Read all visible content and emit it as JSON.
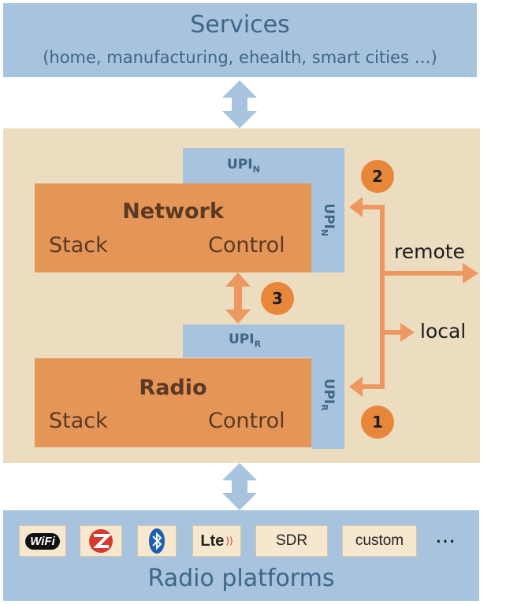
{
  "services": {
    "title": "Services",
    "subtitle": "(home, manufacturing, ehealth, smart cities …)"
  },
  "network": {
    "title": "Network",
    "left": "Stack",
    "right": "Control",
    "upi_top_main": "UPI",
    "upi_top_sub": "N",
    "upi_side_main": "UPI",
    "upi_side_sub": "N"
  },
  "radio": {
    "title": "Radio",
    "left": "Stack",
    "right": "Control",
    "upi_top_main": "UPI",
    "upi_top_sub": "R",
    "upi_side_main": "UPI",
    "upi_side_sub": "R"
  },
  "badges": {
    "one": "1",
    "two": "2",
    "three": "3"
  },
  "labels": {
    "remote": "remote",
    "local": "local"
  },
  "platforms": {
    "title": "Radio platforms",
    "items": [
      {
        "name": "WiFi",
        "icon": "wifi-logo-icon",
        "text": "WiFi"
      },
      {
        "name": "ZigBee",
        "icon": "zigbee-logo-icon"
      },
      {
        "name": "Bluetooth",
        "icon": "bluetooth-logo-icon"
      },
      {
        "name": "LTE",
        "icon": "lte-logo-icon",
        "text": "Lte"
      },
      {
        "name": "SDR",
        "text": "SDR"
      },
      {
        "name": "custom",
        "text": "custom"
      }
    ],
    "more": "…"
  },
  "colors": {
    "blue_box": "#a7c3dd",
    "blue_text": "#3e6788",
    "beige": "#ecdcc0",
    "orange_block": "#e59557",
    "orange_arrow": "#ec9860",
    "badge": "#e8873a",
    "chip": "#f6e7cf"
  }
}
